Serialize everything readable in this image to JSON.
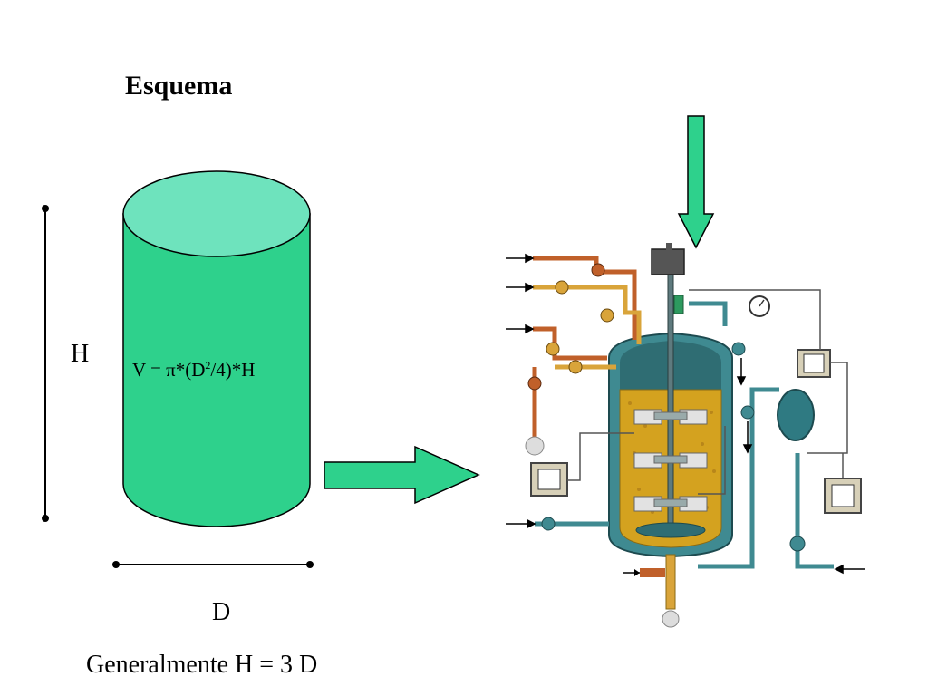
{
  "title": "Esquema",
  "dimension_labels": {
    "height": "H",
    "diameter": "D"
  },
  "formula": {
    "prefix": "V = π*(D",
    "exponent": "2",
    "suffix": "/4)*H"
  },
  "footer": "Generalmente H = 3 D",
  "colors": {
    "cylinder_fill": "#2ed18c",
    "cylinder_top": "#6ee3bd",
    "arrow_fill": "#2ed18c",
    "vessel_teal": "#2f6d73",
    "vessel_liquid": "#d4a21f",
    "pipe_orange": "#c0602a",
    "pipe_yellow": "#d9a43a",
    "pipe_teal": "#3f8a91"
  }
}
